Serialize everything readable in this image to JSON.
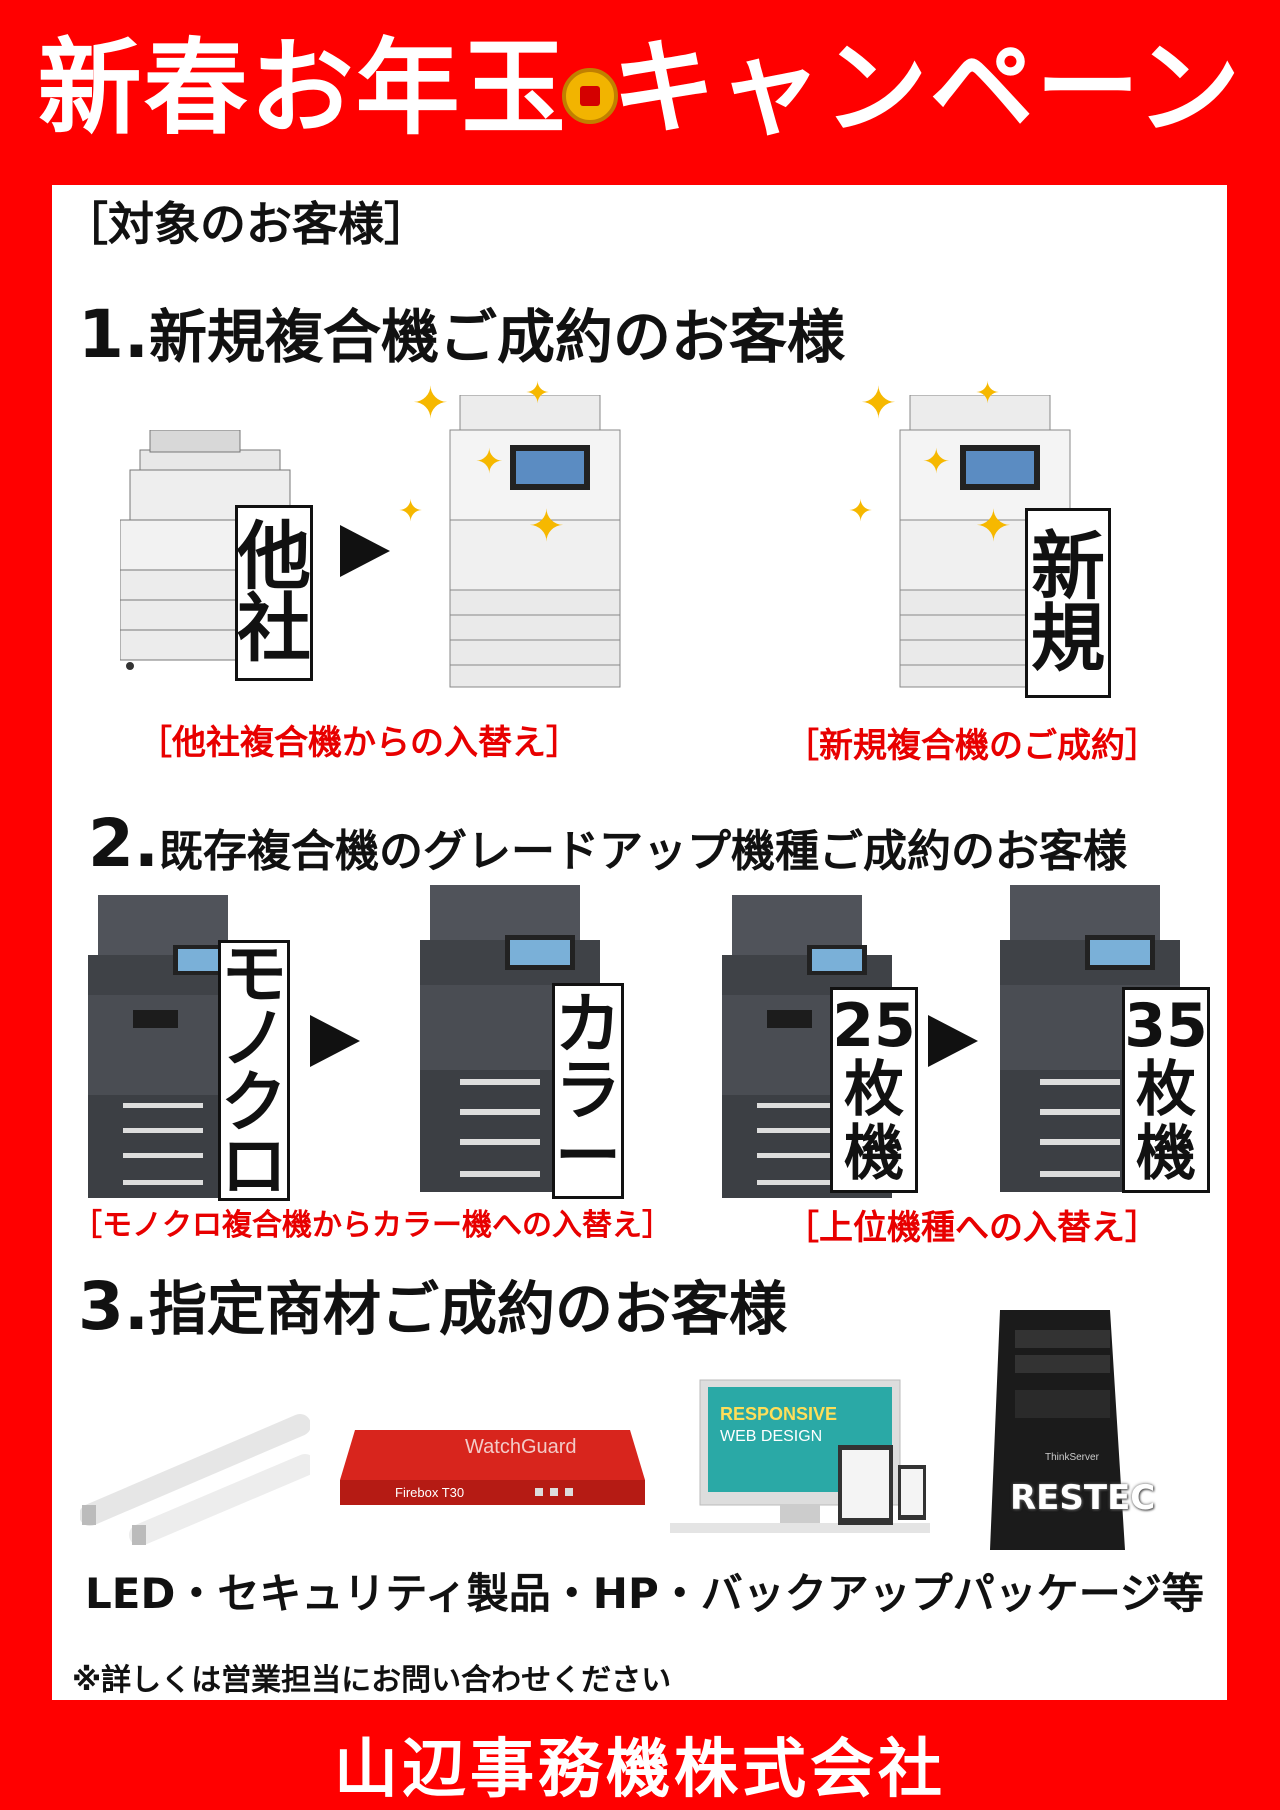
{
  "title": "新春お年玉キャンペーン",
  "target_heading": "［対象のお客様］",
  "section1": {
    "number": "1.",
    "heading": "新規複合機ご成約のお客様",
    "tag_other": "他社",
    "tag_new": "新規",
    "caption_left": "［他社複合機からの入替え］",
    "caption_right": "［新規複合機のご成約］"
  },
  "section2": {
    "number": "2.",
    "heading": "既存複合機のグレードアップ機種ご成約のお客様",
    "tag_mono": "モノクロ",
    "tag_color": "カラー",
    "tag_25": "25枚機",
    "tag_35": "35枚機",
    "caption_left": "［モノクロ複合機からカラー機への入替え］",
    "caption_right": "［上位機種への入替え］"
  },
  "section3": {
    "number": "3.",
    "heading": "指定商材ご成約のお客様",
    "products_line": "LED・セキュリティ製品・HP・バックアップパッケージ等",
    "note": "※詳しくは営業担当にお問い合わせください",
    "watchguard": "WatchGuard",
    "firebox": "Firebox T30",
    "responsive": "RESPONSIVE",
    "web_design": "WEB DESIGN",
    "restec": "RESTEC",
    "thinkserver": "ThinkServer"
  },
  "company": "山辺事務機株式会社",
  "colors": {
    "background_red": "#ff0000",
    "caption_red": "#e80000",
    "sparkle": "#f6b800"
  },
  "icons": [
    "sparkle-icon",
    "arrow-right-icon",
    "coin-icon"
  ]
}
